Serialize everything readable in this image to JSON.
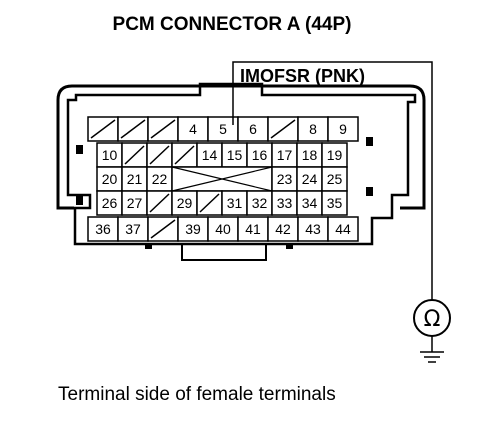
{
  "diagram": {
    "title": "PCM CONNECTOR A (44P)",
    "wire_label": "IMOFSR (PNK)",
    "meter_symbol": "Ω",
    "caption": "Terminal side of female terminals",
    "rows": [
      [
        "",
        "",
        "",
        "4",
        "5",
        "6",
        "",
        "8",
        "9"
      ],
      [
        "10",
        "",
        "",
        "",
        "14",
        "15",
        "16",
        "17",
        "18",
        "19"
      ],
      [
        "20",
        "21",
        "22",
        "X",
        "23",
        "24",
        "25"
      ],
      [
        "26",
        "27",
        "",
        "29",
        "",
        "31",
        "32",
        "33",
        "34",
        "35"
      ],
      [
        "36",
        "37",
        "",
        "39",
        "40",
        "41",
        "42",
        "43",
        "44"
      ]
    ],
    "probe_terminal": "5",
    "icons": {
      "meter": "ohmmeter-icon",
      "ground": "ground-icon"
    }
  }
}
